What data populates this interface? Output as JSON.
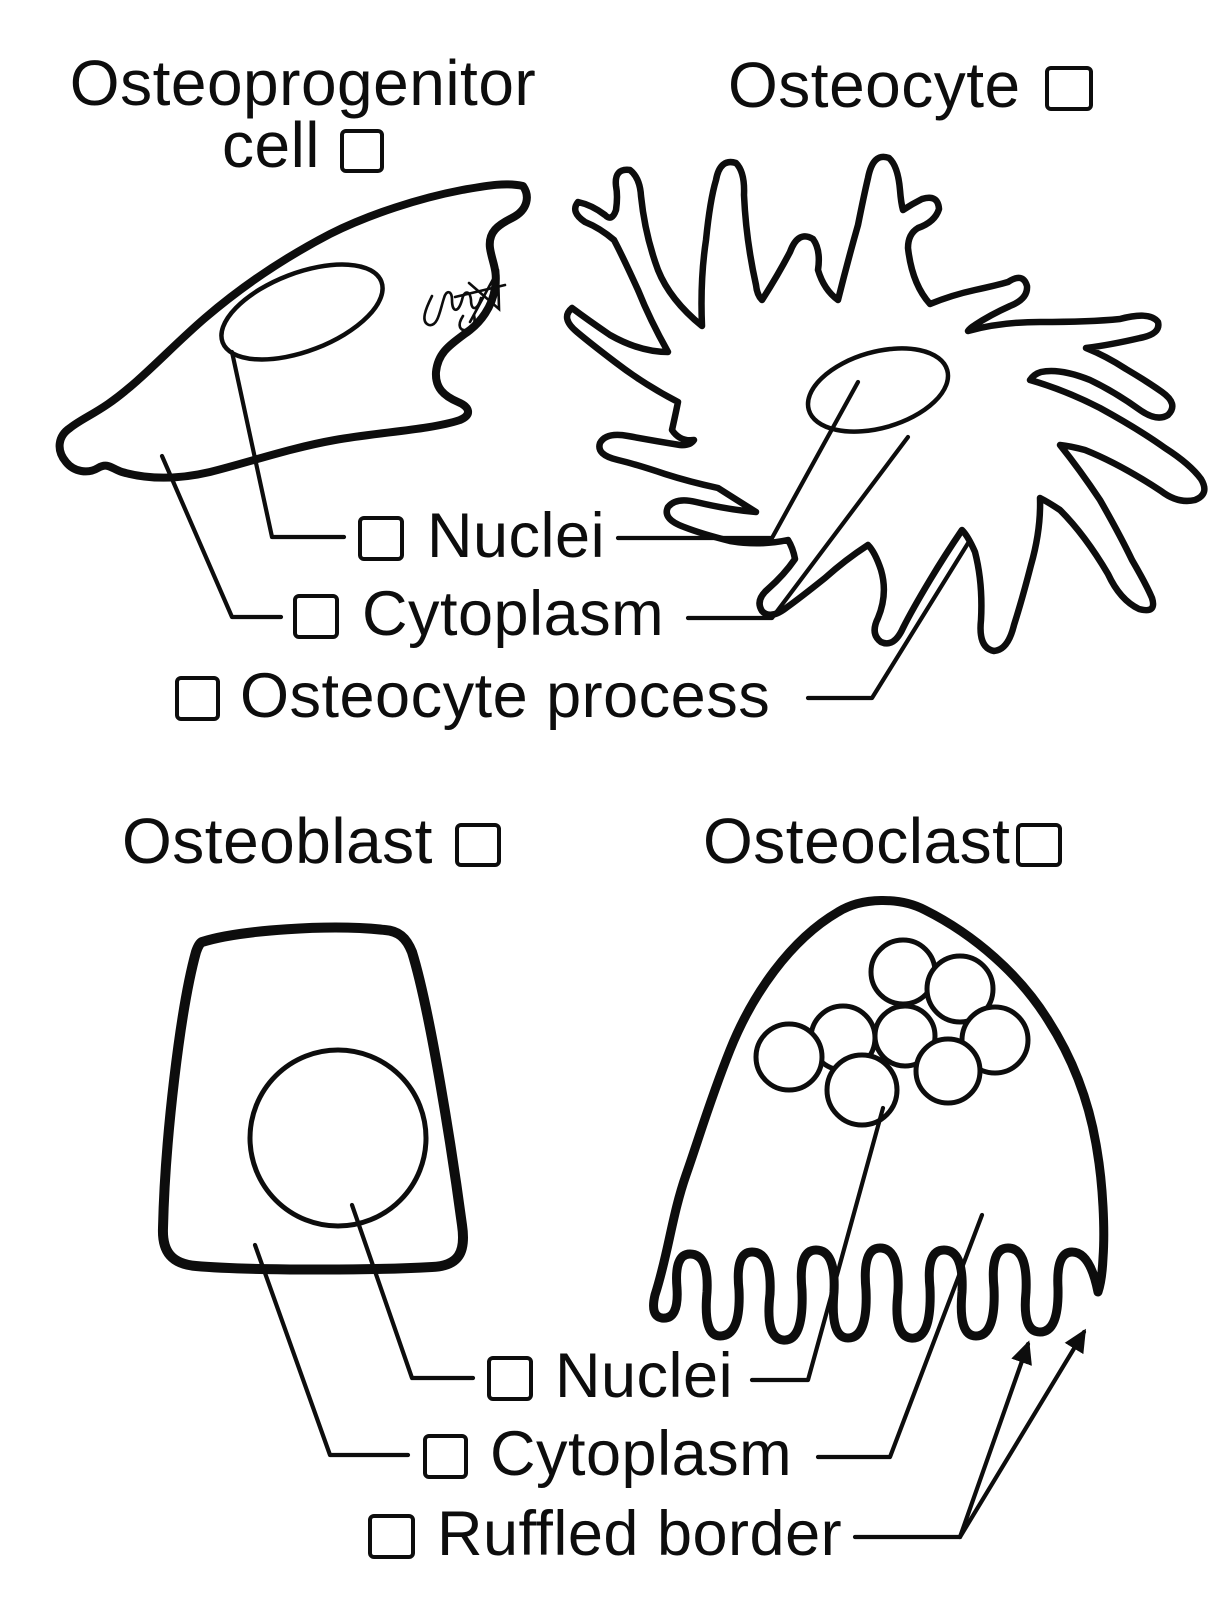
{
  "titles": {
    "osteoprogenitor": {
      "line1": "Osteoprogenitor",
      "line2": "cell"
    },
    "osteocyte": "Osteocyte",
    "osteoblast": "Osteoblast",
    "osteoclast": "Osteoclast"
  },
  "labels": {
    "upper": {
      "nuclei": "Nuclei",
      "cytoplasm": "Cytoplasm",
      "osteocyte_process": "Osteocyte process"
    },
    "lower": {
      "nuclei": "Nuclei",
      "cytoplasm": "Cytoplasm",
      "ruffled_border": "Ruffled border"
    }
  },
  "checkboxes": {
    "state": "unchecked",
    "count": 10
  },
  "colors": {
    "ink": "#0d0d0d",
    "background": "#ffffff"
  },
  "annotations": {
    "signature": "handwritten-initials-scribble"
  }
}
